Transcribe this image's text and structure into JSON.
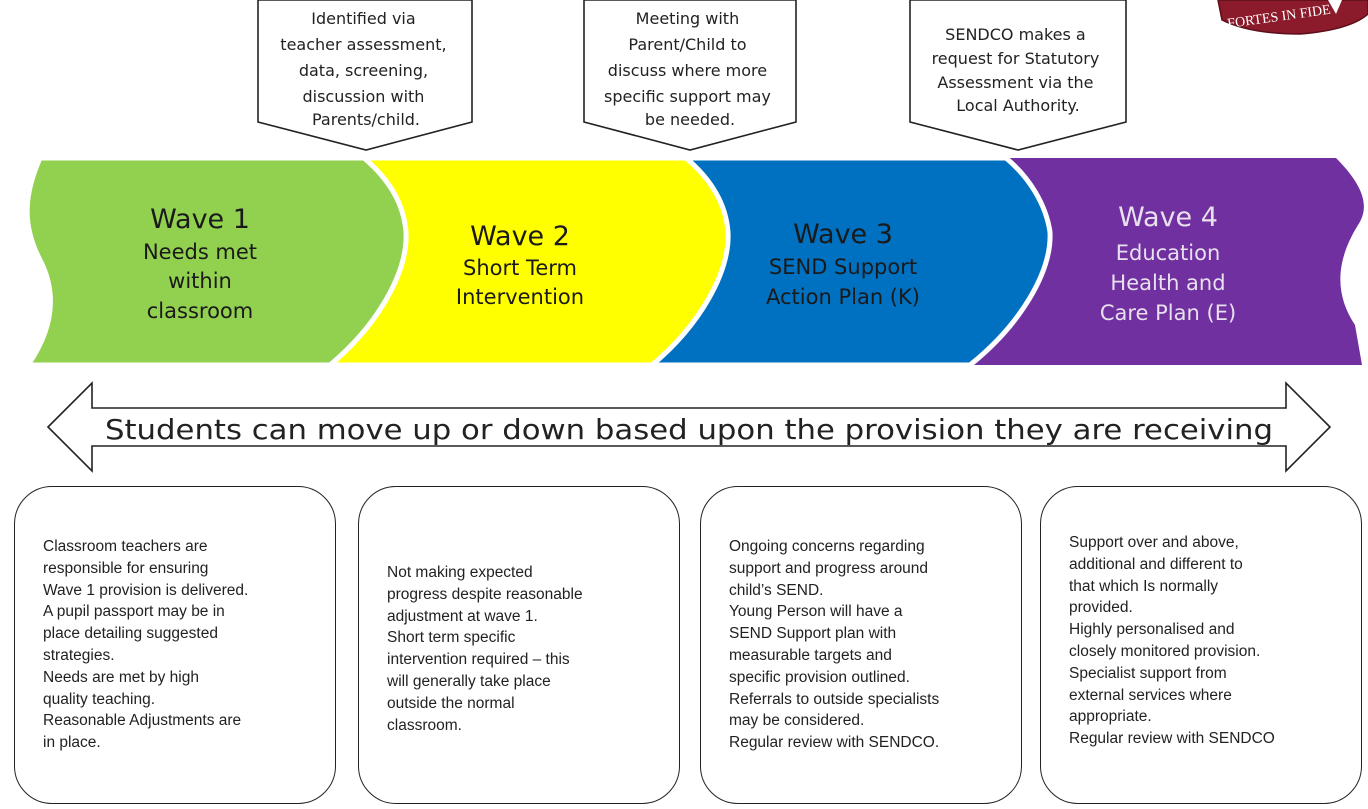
{
  "logo": {
    "motto": "FORTES IN FIDE",
    "colors": {
      "primary": "#8b1a2a",
      "text": "#ffffff"
    }
  },
  "callouts": [
    {
      "id": "wave1-callout",
      "lines": [
        "Identified via",
        "teacher assessment,",
        "data, screening,",
        "discussion with",
        "Parents/child."
      ]
    },
    {
      "id": "wave2-callout",
      "lines": [
        "Meeting with",
        "Parent/Child to",
        "discuss where more",
        "specific support may",
        "be needed."
      ]
    },
    {
      "id": "wave3-callout",
      "lines": [
        "SENDCO makes a",
        "request for Statutory",
        "Assessment via the",
        "Local Authority."
      ]
    }
  ],
  "waves": [
    {
      "title": "Wave 1",
      "subtitle_lines": [
        "Needs met",
        "within",
        "classroom"
      ],
      "color": "#92d050",
      "text_color": "#1a1a1a"
    },
    {
      "title": "Wave 2",
      "subtitle_lines": [
        "Short Term",
        "Intervention"
      ],
      "color": "#ffff00",
      "text_color": "#1a1a1a"
    },
    {
      "title": "Wave 3",
      "subtitle_lines": [
        "SEND Support",
        "Action Plan (K)"
      ],
      "color": "#0070c0",
      "text_color": "#1a1a1a"
    },
    {
      "title": "Wave 4",
      "subtitle_lines": [
        "Education",
        "Health and",
        "Care Plan (E)"
      ],
      "color": "#7030a0",
      "text_color": "#e8e0ee"
    }
  ],
  "movement_arrow": {
    "text": "Students can move up or down based upon the provision they are receiving"
  },
  "descriptions": [
    {
      "id": "wave1-description",
      "lines": [
        "Classroom teachers are",
        "responsible for ensuring",
        "Wave 1 provision is delivered.",
        "A pupil passport may be in",
        "place detailing suggested",
        "strategies.",
        "Needs are met by high",
        "quality teaching.",
        "Reasonable Adjustments are",
        "in place."
      ]
    },
    {
      "id": "wave2-description",
      "lines": [
        "Not making expected",
        "progress despite reasonable",
        "adjustment at wave 1.",
        "Short term specific",
        "intervention required – this",
        "will generally take place",
        "outside the normal",
        "classroom."
      ]
    },
    {
      "id": "wave3-description",
      "lines": [
        "Ongoing concerns regarding",
        "support and progress around",
        "child’s SEND.",
        "Young Person will have a",
        "SEND Support plan with",
        "measurable targets and",
        "specific provision outlined.",
        "Referrals to outside specialists",
        "may be considered.",
        "Regular review with SENDCO."
      ]
    },
    {
      "id": "wave4-description",
      "lines": [
        "Support over and above,",
        "additional and different to",
        "that which Is normally",
        "provided.",
        "Highly personalised and",
        "closely monitored provision.",
        "Specialist support from",
        "external services where",
        "appropriate.",
        "Regular review with SENDCO"
      ]
    }
  ]
}
